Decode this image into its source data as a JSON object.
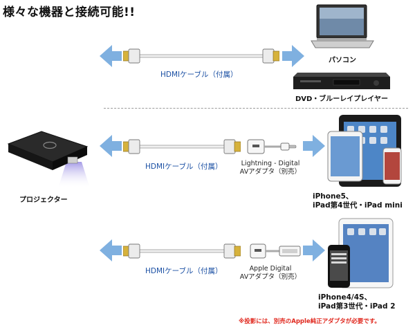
{
  "title": "様々な機器と接続可能!!",
  "rows": [
    {
      "cable_label": "HDMIケーブル（付属）",
      "devices": [
        "パソコン",
        "DVD・ブルーレイプレイヤー"
      ]
    },
    {
      "cable_label": "HDMIケーブル（付属）",
      "adapter_label_line1": "Lightning - Digital",
      "adapter_label_line2": "AVアダプタ（別売）",
      "device_label_line1": "iPhone5、",
      "device_label_line2": "iPad第4世代・iPad mini"
    },
    {
      "cable_label": "HDMIケーブル（付属）",
      "adapter_label_line1": "Apple Digital",
      "adapter_label_line2": "AVアダプタ（別売）",
      "device_label_line1": "iPhone4/4S、",
      "device_label_line2": "iPad第3世代・iPad 2"
    }
  ],
  "projector_label": "プロジェクター",
  "note": "※投影には、別売のApple純正アダプタが必要です。",
  "colors": {
    "arrow": "#7fb0e0",
    "cable_label": "#1a4fa3",
    "note": "#e0271d",
    "hdmi_gold": "#d6b23c"
  }
}
